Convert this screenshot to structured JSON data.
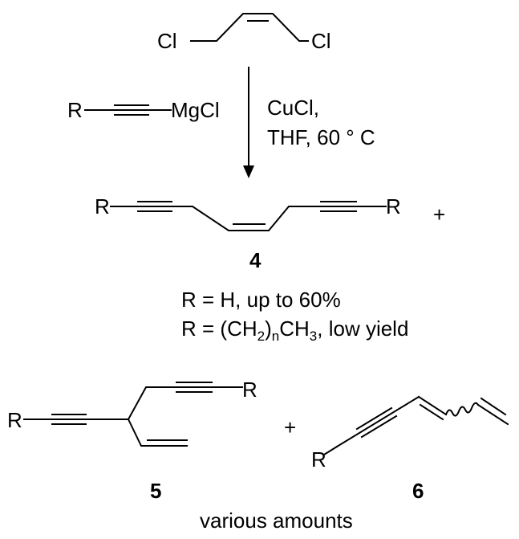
{
  "reagents": {
    "dichlorobutene": {
      "cl_left": "Cl",
      "cl_right": "Cl"
    },
    "grignard": {
      "r": "R",
      "mgcl": "MgCl"
    }
  },
  "conditions": {
    "line1": "CuCl,",
    "line2": "THF, 60 °  C"
  },
  "product4": {
    "r_left": "R",
    "r_right": "R",
    "plus": "+",
    "number": "4"
  },
  "yields": {
    "line1": "R = H, up to 60%",
    "line2": {
      "prefix": "R = (CH",
      "sub1": "2",
      "mid1": ")",
      "sub2": "n",
      "mid2": "CH",
      "sub3": "3",
      "suffix": ", low yield"
    }
  },
  "product5": {
    "r_left": "R",
    "r_right": "R",
    "number": "5"
  },
  "plus2": "+",
  "product6": {
    "r": "R",
    "number": "6"
  },
  "footer": "various amounts"
}
